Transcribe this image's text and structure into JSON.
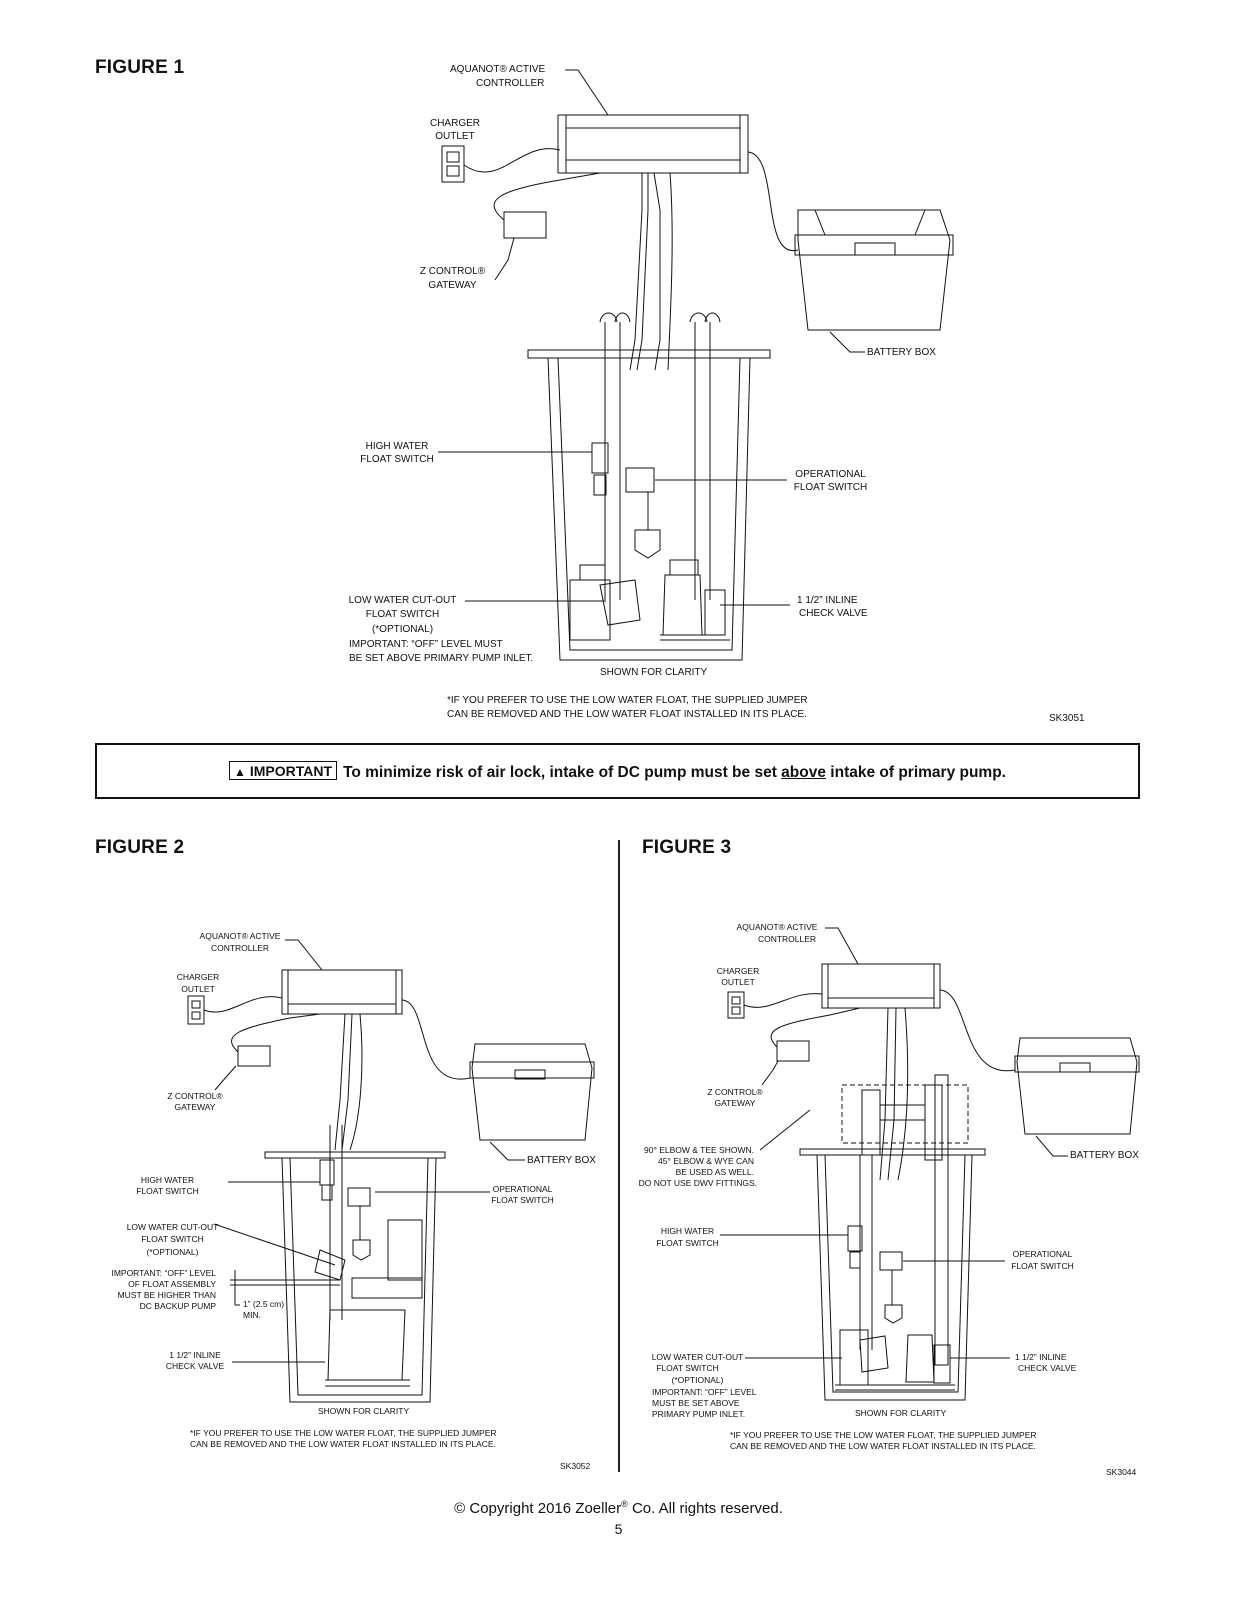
{
  "figure1": {
    "title": "FIGURE 1",
    "controller": [
      "AQUANOT® ACTIVE",
      "CONTROLLER"
    ],
    "charger": [
      "CHARGER",
      "OUTLET"
    ],
    "gateway": [
      "Z CONTROL®",
      "GATEWAY"
    ],
    "battery": "BATTERY BOX",
    "high_water": [
      "HIGH WATER",
      "FLOAT SWITCH"
    ],
    "operational": [
      "OPERATIONAL",
      "FLOAT SWITCH"
    ],
    "low_water": [
      "LOW WATER CUT-OUT",
      "FLOAT SWITCH",
      "(*OPTIONAL)",
      "IMPORTANT: “OFF” LEVEL MUST",
      "BE SET ABOVE PRIMARY PUMP INLET."
    ],
    "check_valve": [
      "1 1/2” INLINE",
      "CHECK VALVE"
    ],
    "clarity": "SHOWN FOR CLARITY",
    "note": [
      "*IF YOU PREFER TO USE THE LOW WATER FLOAT, THE SUPPLIED JUMPER",
      "CAN BE REMOVED AND THE LOW  WATER FLOAT INSTALLED IN ITS PLACE."
    ],
    "code": "SK3051"
  },
  "important": {
    "badge": "IMPORTANT",
    "text_before": "To minimize risk of air lock, intake of DC pump must be set ",
    "text_underlined": "above",
    "text_after": " intake of primary pump."
  },
  "figure2": {
    "title": "FIGURE 2",
    "controller": [
      "AQUANOT® ACTIVE",
      "CONTROLLER"
    ],
    "charger": [
      "CHARGER",
      "OUTLET"
    ],
    "gateway": [
      "Z CONTROL®",
      "GATEWAY"
    ],
    "battery": "BATTERY BOX",
    "high_water": [
      "HIGH WATER",
      "FLOAT SWITCH"
    ],
    "operational": [
      "OPERATIONAL",
      "FLOAT SWITCH"
    ],
    "low_water": [
      "LOW WATER CUT-OUT",
      "FLOAT SWITCH",
      "(*OPTIONAL)"
    ],
    "off_level": [
      "IMPORTANT: “OFF” LEVEL",
      "OF FLOAT ASSEMBLY",
      "MUST BE HIGHER THAN",
      "DC BACKUP PUMP"
    ],
    "min": [
      "1” (2.5 cm)",
      "MIN."
    ],
    "check_valve": [
      "1 1/2” INLINE",
      "CHECK VALVE"
    ],
    "clarity": "SHOWN FOR CLARITY",
    "note": [
      "*IF YOU PREFER TO USE THE LOW WATER FLOAT, THE SUPPLIED JUMPER",
      "CAN BE REMOVED AND THE LOW  WATER FLOAT INSTALLED IN ITS PLACE."
    ],
    "code": "SK3052"
  },
  "figure3": {
    "title": "FIGURE 3",
    "controller": [
      "AQUANOT® ACTIVE",
      "CONTROLLER"
    ],
    "charger": [
      "CHARGER",
      "OUTLET"
    ],
    "gateway": [
      "Z CONTROL®",
      "GATEWAY"
    ],
    "battery": "BATTERY BOX",
    "elbow": [
      "90° ELBOW & TEE SHOWN.",
      "45° ELBOW & WYE CAN",
      "BE USED AS WELL.",
      "DO NOT USE DWV FITTINGS."
    ],
    "high_water": [
      "HIGH WATER",
      "FLOAT SWITCH"
    ],
    "operational": [
      "OPERATIONAL",
      "FLOAT SWITCH"
    ],
    "low_water": [
      "LOW WATER CUT-OUT",
      "FLOAT SWITCH",
      "(*OPTIONAL)",
      "IMPORTANT: “OFF” LEVEL",
      "MUST BE SET ABOVE",
      "PRIMARY PUMP INLET."
    ],
    "check_valve": [
      "1 1/2” INLINE",
      "CHECK VALVE"
    ],
    "clarity": "SHOWN FOR CLARITY",
    "note": [
      "*IF YOU PREFER TO USE THE LOW WATER FLOAT, THE SUPPLIED JUMPER",
      "CAN BE REMOVED AND THE LOW  WATER FLOAT INSTALLED IN ITS PLACE."
    ],
    "code": "SK3044"
  },
  "footer": {
    "copyright_before": "© Copyright 2016 Zoeller",
    "reg": "®",
    "copyright_after": " Co. All rights reserved.",
    "page": "5"
  }
}
